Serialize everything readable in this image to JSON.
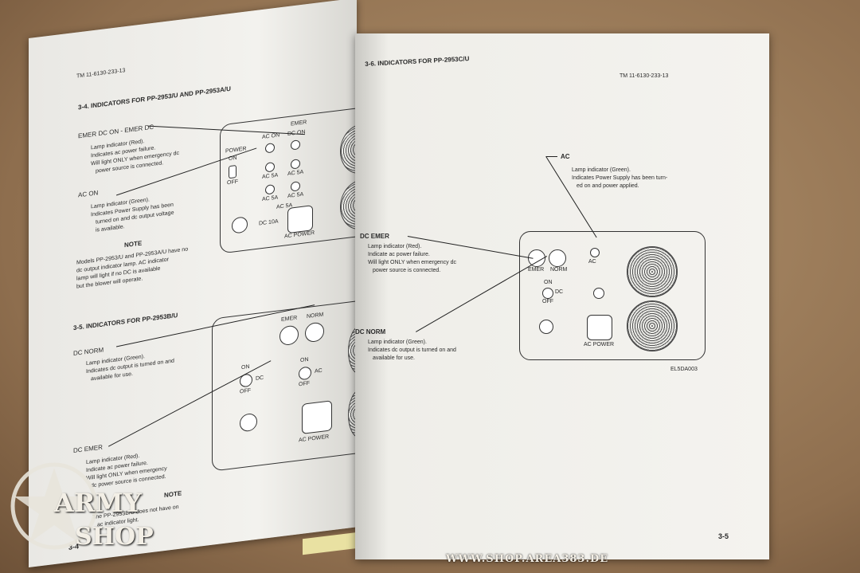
{
  "left_page": {
    "header": "TM 11-6130-233-13",
    "section1_title": "3-4.  INDICATORS FOR PP-2953/U AND PP-2953A/U",
    "emer_label": "EMER DC ON - EMER DC",
    "emer_bullets": [
      "Lamp indicator (Red).",
      "Indicates ac power failure.",
      "Will light ONLY when emergency dc",
      "power source is connected."
    ],
    "acon_label": "AC ON",
    "acon_bullets": [
      "Lamp indicator (Green).",
      "Indicates Power Supply has been",
      "turned on and dc output voltage",
      "is available."
    ],
    "note_title": "NOTE",
    "note_text": [
      "Models PP-2953/U and PP-2953A/U have no",
      "dc output indicator lamp. AC indicator",
      "lamp will light if no DC is available",
      "but the blower will operate."
    ],
    "panel1_labels": {
      "emer": "EMER",
      "dcon": "DC ON",
      "acon": "AC ON",
      "power": "POWER",
      "on": "ON",
      "off": "OFF",
      "ac5a1": "AC 5A",
      "ac5a2": "AC 5A",
      "ac5a3": "AC 5A",
      "ac5a4": "AC 5A",
      "ac5a5": "AC 5A",
      "dc10a": "DC 10A",
      "acpower": "AC POWER"
    },
    "section2_title": "3-5.  INDICATORS FOR PP-2953B/U",
    "dcnorm_label": "DC NORM",
    "dcnorm_bullets": [
      "Lamp indicator (Green).",
      "Indicates dc output is turned on and",
      "available for use."
    ],
    "dcemer_label": "DC EMER",
    "dcemer_bullets": [
      "Lamp indicator (Red).",
      "Indicate ac power failure.",
      "Will light ONLY when emergency",
      "dc power source is connected."
    ],
    "panel2_labels": {
      "emer": "EMER",
      "norm": "NORM",
      "on1": "ON",
      "dc": "DC",
      "off1": "OFF",
      "on2": "ON",
      "ac": "AC",
      "off2": "OFF",
      "acpower": "AC POWER"
    },
    "note2_title": "NOTE",
    "note2_text": [
      "The PP-2953B/U does not have on",
      "ac indicator light."
    ],
    "page_number": "3-4"
  },
  "right_page": {
    "section_title": "3-6.  INDICATORS FOR PP-2953C/U",
    "header": "TM 11-6130-233-13",
    "ac_label": "AC",
    "ac_bullets": [
      "Lamp indicator (Green).",
      "Indicates Power Supply has been turn-",
      "ed on and power applied."
    ],
    "dcemer_label": "DC EMER",
    "dcemer_bullets": [
      "Lamp indicator (Red).",
      "Indicate ac power failure.",
      "Will light ONLY when emergency dc",
      "power source is connected."
    ],
    "dcnorm_label": "DC NORM",
    "dcnorm_bullets": [
      "Lamp indicator (Green).",
      "Indicates dc output is turned on and",
      "available for use."
    ],
    "panel_labels": {
      "emer": "EMER",
      "norm": "NORM",
      "ac": "AC",
      "dc": "DC",
      "on": "ON",
      "off": "OFF",
      "acpower": "AC POWER"
    },
    "figure_code": "EL5DA003",
    "page_number": "3-5"
  },
  "watermark": {
    "logo_top": "ARMY",
    "logo_bottom": "SHOP",
    "site": "WWW.SHOP.AREA383.DE"
  }
}
